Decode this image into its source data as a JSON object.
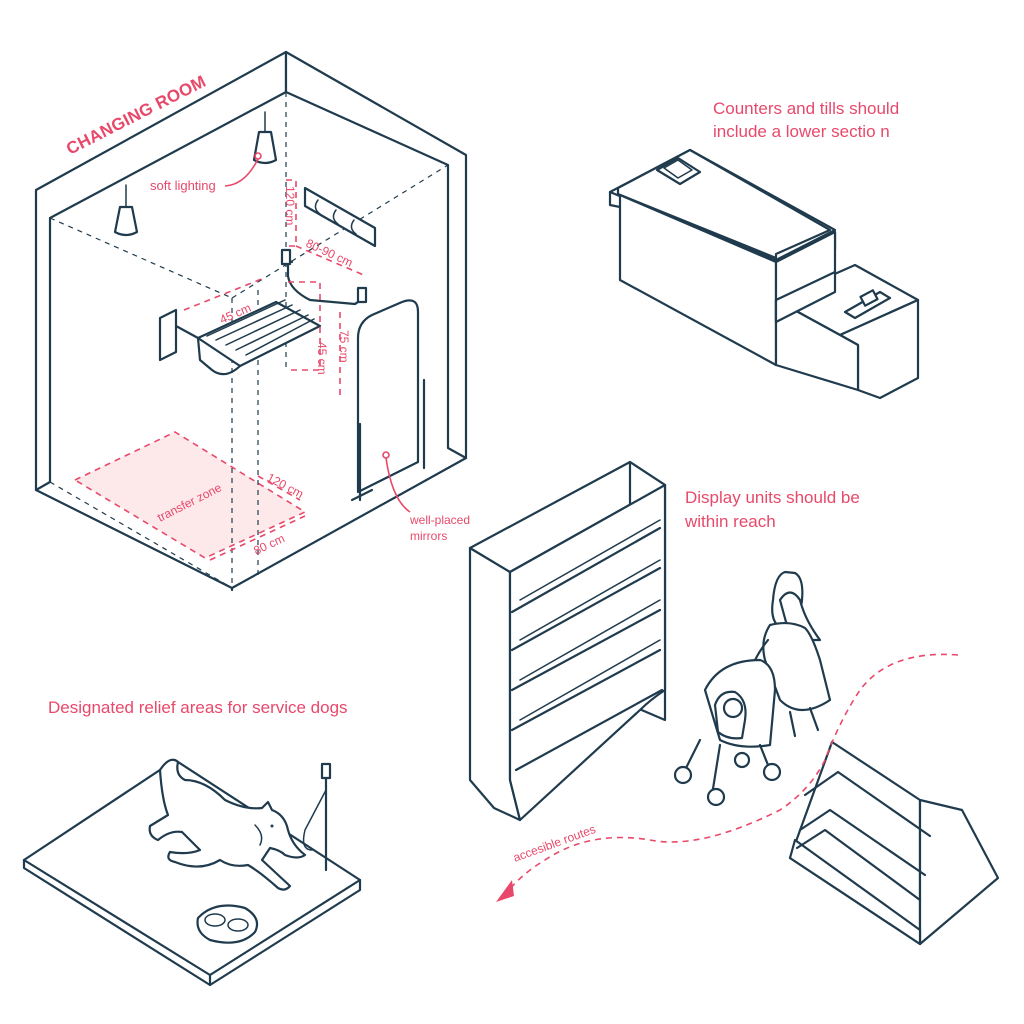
{
  "colors": {
    "line": "#1f3b4d",
    "accent": "#e8496a",
    "transfer_fill": "#fde8ea"
  },
  "changing_room": {
    "title": "CHANGING ROOM",
    "soft_lighting": "soft lighting",
    "dim_120_vertical": "120 cm",
    "dim_80_90": "80-90 cm",
    "dim_45_bench": "45 cm",
    "dim_45_height": "45 cm",
    "dim_75": "75 cm",
    "transfer_zone": "transfer zone",
    "dim_120_zone": "120 cm",
    "dim_80_zone": "80 cm",
    "mirrors_line1": "well-placed",
    "mirrors_line2": "mirrors"
  },
  "counters": {
    "line1": "Counters and tills should",
    "line2": "include a lower sectio n"
  },
  "display": {
    "line1": "Display units should be",
    "line2": "within reach"
  },
  "relief": {
    "caption": "Designated relief areas for service dogs"
  },
  "routes": {
    "label": "accesible routes"
  },
  "icons": {
    "arrow": "arrow-icon"
  }
}
